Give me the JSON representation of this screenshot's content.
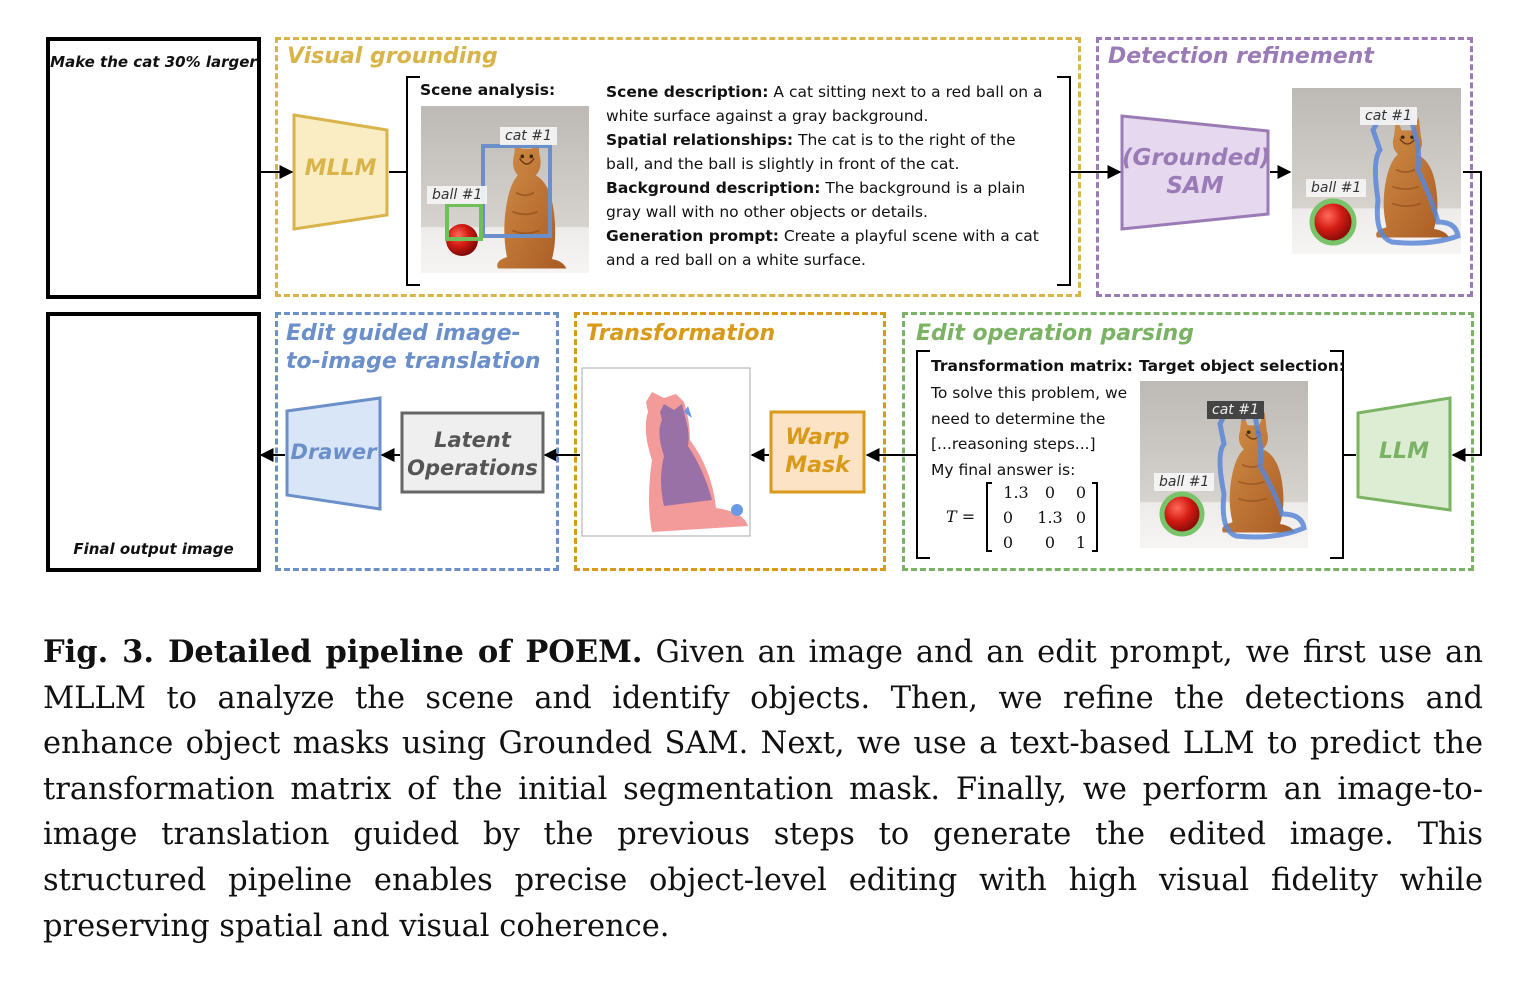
{
  "input_image": {
    "label": "Make the cat 30% larger"
  },
  "output_image": {
    "label": "Final output image"
  },
  "sections": {
    "visual_grounding": "Visual grounding",
    "detection_refinement": "Detection refinement",
    "edit_translation": "Edit guided image-to-image translation",
    "transformation": "Transformation",
    "edit_parsing": "Edit operation parsing"
  },
  "blocks": {
    "mllm": "MLLM",
    "sam_line1": "(Grounded)",
    "sam_line2": "SAM",
    "llm": "LLM",
    "warp_line1": "Warp",
    "warp_line2": "Mask",
    "latent_line1": "Latent",
    "latent_line2": "Operations",
    "drawer": "Drawer"
  },
  "scene": {
    "heading": "Scene analysis:",
    "desc_label": "Scene description:",
    "desc_text": " A cat sitting next to a red ball on a white surface against a gray background.",
    "spatial_label": "Spatial relationships:",
    "spatial_text": " The cat is to the right of the ball, and the ball is slightly in front of the cat.",
    "background_label": "Background description:",
    "background_text": " The background is a plain gray wall with no other objects or details.",
    "prompt_label": "Generation prompt:",
    "prompt_text": " Create a playful scene with a cat and a red ball on a white surface."
  },
  "tags": {
    "cat": "cat #1",
    "ball": "ball #1"
  },
  "parsing": {
    "matrix_heading": "Transformation matrix:",
    "reasoning_lines": [
      "To solve this problem, we",
      "need to determine the",
      "[...reasoning steps...]",
      "My final answer is:"
    ],
    "matrix_symbol": "T =",
    "matrix_rows": [
      [
        "1.3",
        "0",
        "0"
      ],
      [
        "0",
        "1.3",
        "0"
      ],
      [
        "0",
        "0",
        "1"
      ]
    ],
    "selection_heading": "Target object selection:"
  },
  "caption": {
    "bold": "Fig. 3. Detailed pipeline of POEM.",
    "text": " Given an image and an edit prompt, we first use an MLLM to analyze the scene and identify objects. Then, we refine the detections and enhance object masks using Grounded SAM. Next, we use a text-based LLM to predict the transformation matrix of the initial segmentation mask. Finally, we perform an image-to-image translation guided by the previous steps to generate the edited image. This structured pipeline enables precise object-level editing with high visual fidelity while preserving spatial and visual coherence."
  },
  "colors": {
    "visual_grounding": "#d9b44a",
    "detection_refinement": "#9a7bb5",
    "edit_translation": "#6b8fc9",
    "transformation": "#d99a1a",
    "edit_parsing": "#7bb364"
  }
}
